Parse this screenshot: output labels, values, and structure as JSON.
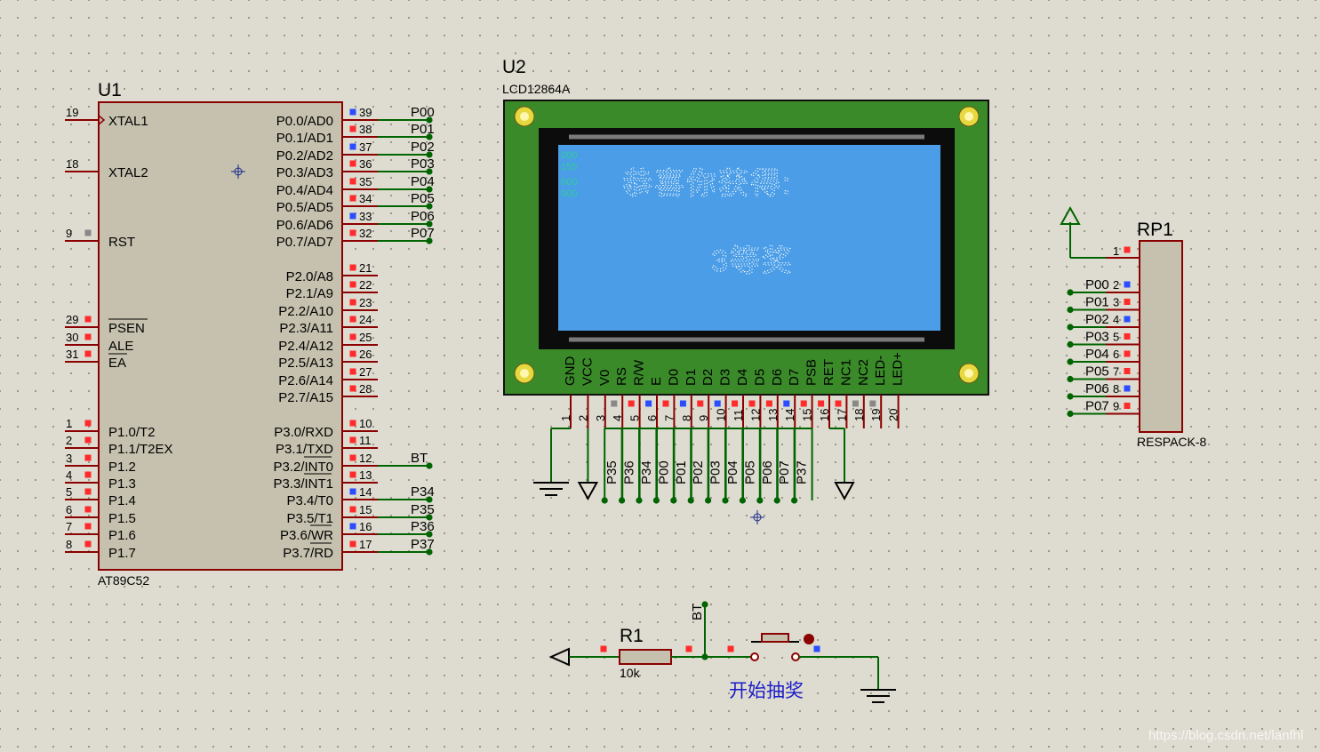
{
  "u1": {
    "ref": "U1",
    "part": "AT89C52",
    "left_pins": [
      {
        "num": "19",
        "name": "XTAL1"
      },
      {
        "num": "18",
        "name": "XTAL2"
      },
      {
        "num": "9",
        "name": "RST"
      },
      {
        "num": "29",
        "name": "PSEN"
      },
      {
        "num": "30",
        "name": "ALE"
      },
      {
        "num": "31",
        "name": "EA"
      },
      {
        "num": "1",
        "name": "P1.0/T2"
      },
      {
        "num": "2",
        "name": "P1.1/T2EX"
      },
      {
        "num": "3",
        "name": "P1.2"
      },
      {
        "num": "4",
        "name": "P1.3"
      },
      {
        "num": "5",
        "name": "P1.4"
      },
      {
        "num": "6",
        "name": "P1.5"
      },
      {
        "num": "7",
        "name": "P1.6"
      },
      {
        "num": "8",
        "name": "P1.7"
      }
    ],
    "right_pins": [
      {
        "num": "39",
        "name": "P0.0/AD0",
        "net": "P00"
      },
      {
        "num": "38",
        "name": "P0.1/AD1",
        "net": "P01"
      },
      {
        "num": "37",
        "name": "P0.2/AD2",
        "net": "P02"
      },
      {
        "num": "36",
        "name": "P0.3/AD3",
        "net": "P03"
      },
      {
        "num": "35",
        "name": "P0.4/AD4",
        "net": "P04"
      },
      {
        "num": "34",
        "name": "P0.5/AD5",
        "net": "P05"
      },
      {
        "num": "33",
        "name": "P0.6/AD6",
        "net": "P06"
      },
      {
        "num": "32",
        "name": "P0.7/AD7",
        "net": "P07"
      },
      {
        "num": "21",
        "name": "P2.0/A8",
        "net": ""
      },
      {
        "num": "22",
        "name": "P2.1/A9",
        "net": ""
      },
      {
        "num": "23",
        "name": "P2.2/A10",
        "net": ""
      },
      {
        "num": "24",
        "name": "P2.3/A11",
        "net": ""
      },
      {
        "num": "25",
        "name": "P2.4/A12",
        "net": ""
      },
      {
        "num": "26",
        "name": "P2.5/A13",
        "net": ""
      },
      {
        "num": "27",
        "name": "P2.6/A14",
        "net": ""
      },
      {
        "num": "28",
        "name": "P2.7/A15",
        "net": ""
      },
      {
        "num": "10",
        "name": "P3.0/RXD",
        "net": ""
      },
      {
        "num": "11",
        "name": "P3.1/TXD",
        "net": ""
      },
      {
        "num": "12",
        "name": "P3.2/INT0",
        "net": "BT"
      },
      {
        "num": "13",
        "name": "P3.3/INT1",
        "net": ""
      },
      {
        "num": "14",
        "name": "P3.4/T0",
        "net": "P34"
      },
      {
        "num": "15",
        "name": "P3.5/T1",
        "net": "P35"
      },
      {
        "num": "16",
        "name": "P3.6/WR",
        "net": "P36"
      },
      {
        "num": "17",
        "name": "P3.7/RD",
        "net": "P37"
      }
    ]
  },
  "u2": {
    "ref": "U2",
    "part": "LCD12864A",
    "screen_line1": "恭喜你获得:",
    "screen_line2": "3等奖",
    "pins": [
      {
        "num": "1",
        "name": "GND",
        "net": ""
      },
      {
        "num": "2",
        "name": "VCC",
        "net": ""
      },
      {
        "num": "3",
        "name": "V0",
        "net": ""
      },
      {
        "num": "4",
        "name": "RS",
        "net": "P35"
      },
      {
        "num": "5",
        "name": "R/W",
        "net": "P36"
      },
      {
        "num": "6",
        "name": "E",
        "net": "P34"
      },
      {
        "num": "7",
        "name": "D0",
        "net": "P00"
      },
      {
        "num": "8",
        "name": "D1",
        "net": "P01"
      },
      {
        "num": "9",
        "name": "D2",
        "net": "P02"
      },
      {
        "num": "10",
        "name": "D3",
        "net": "P03"
      },
      {
        "num": "11",
        "name": "D4",
        "net": "P04"
      },
      {
        "num": "12",
        "name": "D5",
        "net": "P05"
      },
      {
        "num": "13",
        "name": "D6",
        "net": "P06"
      },
      {
        "num": "14",
        "name": "D7",
        "net": "P07"
      },
      {
        "num": "15",
        "name": "PSB",
        "net": "P37"
      },
      {
        "num": "16",
        "name": "RET",
        "net": ""
      },
      {
        "num": "17",
        "name": "NC1",
        "net": ""
      },
      {
        "num": "18",
        "name": "NC2",
        "net": ""
      },
      {
        "num": "19",
        "name": "LED-",
        "net": ""
      },
      {
        "num": "20",
        "name": "LED+",
        "net": ""
      }
    ]
  },
  "rp1": {
    "ref": "RP1",
    "part": "RESPACK-8",
    "common_pin": "1",
    "pins": [
      {
        "num": "2",
        "net": "P00"
      },
      {
        "num": "3",
        "net": "P01"
      },
      {
        "num": "4",
        "net": "P02"
      },
      {
        "num": "5",
        "net": "P03"
      },
      {
        "num": "6",
        "net": "P04"
      },
      {
        "num": "7",
        "net": "P05"
      },
      {
        "num": "8",
        "net": "P06"
      },
      {
        "num": "9",
        "net": "P07"
      }
    ]
  },
  "r1": {
    "ref": "R1",
    "value": "10k"
  },
  "button": {
    "net": "BT",
    "label": "开始抽奖"
  },
  "watermark": "https://blog.csdn.net/lanfhl",
  "colors": {
    "wire": "#006400",
    "outline": "#8b0000",
    "body": "#c6c1ae",
    "lcd_board": "#3a8a2a",
    "lcd_screen": "#4a9de6",
    "pin_active": "#ff2a2a",
    "pin_low": "#2a4dff",
    "pin_float": "#888888",
    "label_blue": "#1b1bc9"
  }
}
